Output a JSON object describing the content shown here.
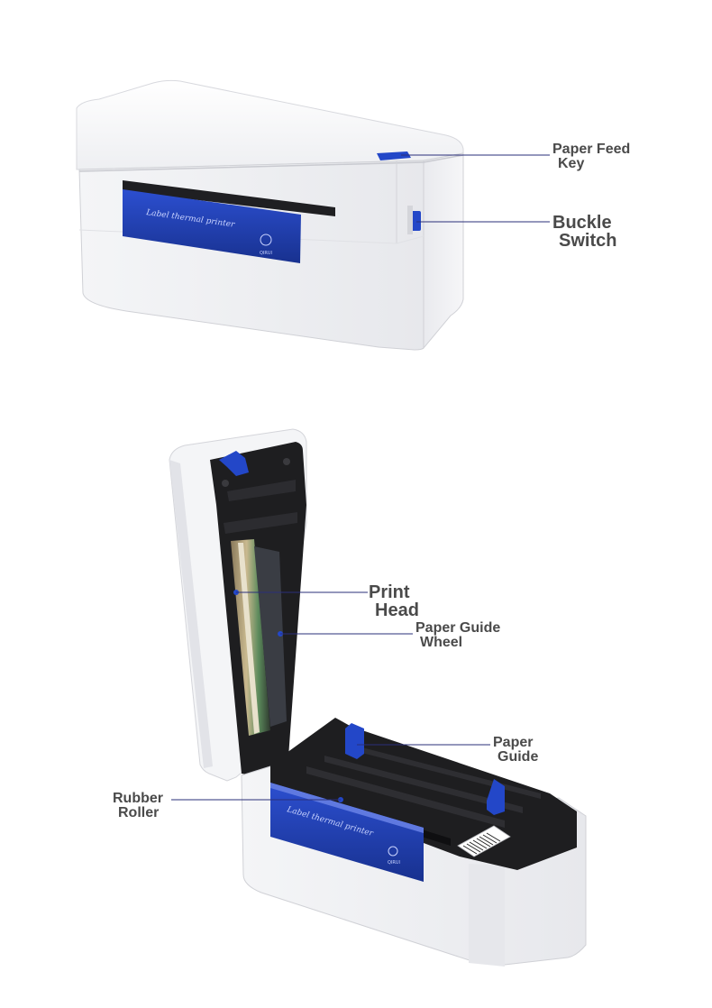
{
  "labels": {
    "paper_feed_key": {
      "line1": "Paper Feed",
      "line2": "Key"
    },
    "buckle_switch": {
      "line1": "Buckle",
      "line2": "Switch"
    },
    "print_head": {
      "line1": "Print",
      "line2": "Head"
    },
    "paper_guide_wheel": {
      "line1": "Paper Guide",
      "line2": "Wheel"
    },
    "paper_guide": {
      "line1": "Paper",
      "line2": "Guide"
    },
    "rubber_roller": {
      "line1": "Rubber",
      "line2": "Roller"
    }
  },
  "printer": {
    "front_label": "Label thermal printer",
    "brand": "QIRUI"
  },
  "colors": {
    "accent_blue": "#1f3fb0",
    "body_white": "#f7f7f9",
    "shadow_gray": "#dcdde2",
    "text_gray": "#4a4a4a",
    "interior_black": "#1e1e20"
  }
}
